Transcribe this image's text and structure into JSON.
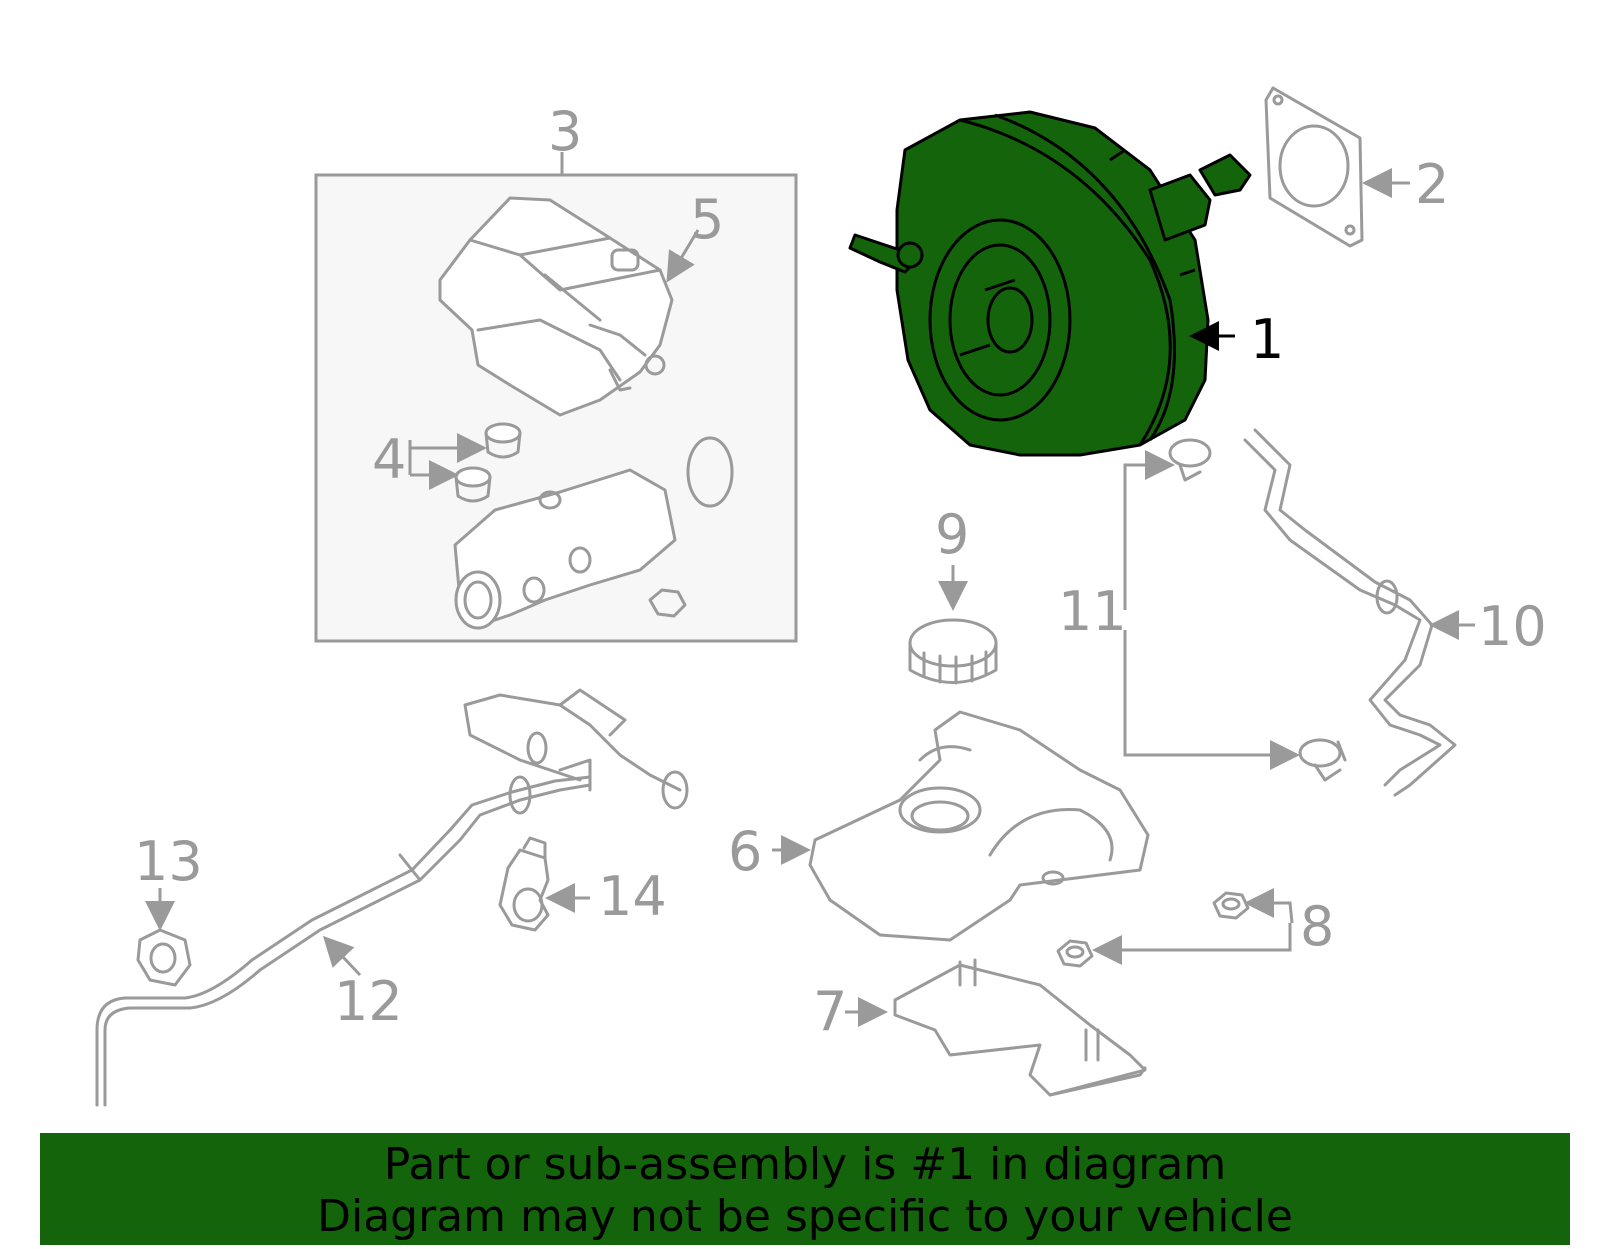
{
  "callouts": {
    "c1": "1",
    "c2": "2",
    "c3": "3",
    "c4": "4",
    "c5": "5",
    "c6": "6",
    "c7": "7",
    "c8": "8",
    "c9": "9",
    "c10": "10",
    "c11": "11",
    "c12": "12",
    "c13": "13",
    "c14": "14"
  },
  "highlight": {
    "part": "1",
    "color": "#14640c"
  },
  "banner": {
    "line1": "Part or sub-assembly is #1 in diagram",
    "line2": "Diagram may not be specific to your vehicle",
    "background": "#14640c"
  }
}
